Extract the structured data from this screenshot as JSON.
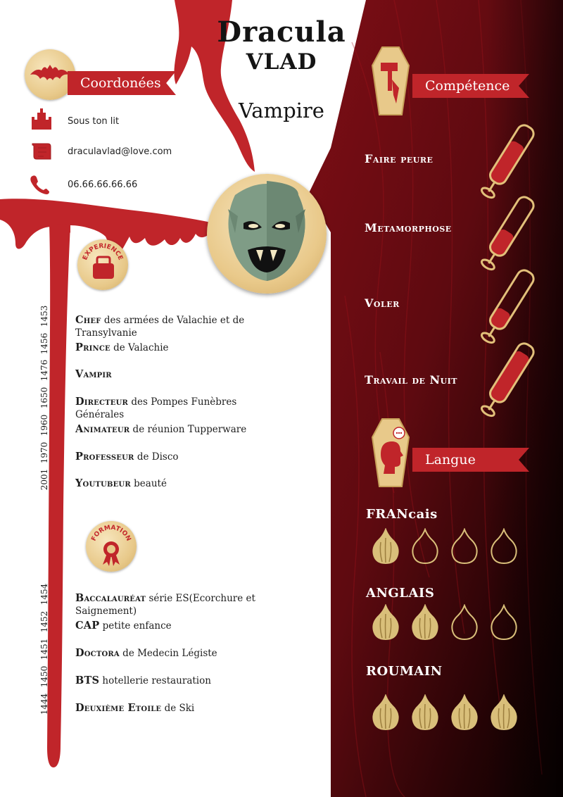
{
  "header": {
    "first_name": "Dracula",
    "last_name": "VLAD",
    "title": "Vampire"
  },
  "sections": {
    "contact": "Coordonées",
    "skills": "Compétence",
    "languages": "Langue",
    "experience": "EXPERIENCE",
    "education": "FORMATION"
  },
  "contact": [
    {
      "icon": "castle-icon",
      "text": "Sous ton lit"
    },
    {
      "icon": "scroll-icon",
      "text": "draculavlad@love.com"
    },
    {
      "icon": "phone-icon",
      "text": "06.66.66.66.66"
    }
  ],
  "experience": [
    {
      "year": "1453",
      "title": "Chef",
      "desc": "des armées de Valachie et de Transylvanie"
    },
    {
      "year": "1456",
      "title": "Prince",
      "desc": "de Valachie"
    },
    {
      "year": "1476",
      "title": "Vampir",
      "desc": ""
    },
    {
      "year": "1650",
      "title": "Directeur",
      "desc": "des Pompes Funèbres Générales"
    },
    {
      "year": "1960",
      "title": "Animateur",
      "desc": "de réunion Tupperware"
    },
    {
      "year": "1970",
      "title": "Professeur",
      "desc": "de Disco"
    },
    {
      "year": "2001",
      "title": "Youtubeur",
      "desc": "beauté"
    }
  ],
  "education": [
    {
      "year": "1454",
      "title": "Baccalauréat",
      "desc": "série ES(Ecorchure et Saignement)"
    },
    {
      "year": "1452",
      "title": "CAP",
      "desc": "petite enfance"
    },
    {
      "year": "1451",
      "title": "Doctora",
      "desc": "de Medecin Légiste"
    },
    {
      "year": "1450",
      "title": "BTS",
      "desc": "hotellerie restauration"
    },
    {
      "year": "1444",
      "title": "Deuxième Etoile",
      "desc": "de Ski"
    }
  ],
  "skills": [
    {
      "label": "Faire peure",
      "level": 0.7
    },
    {
      "label": "Metamorphose",
      "level": 0.4
    },
    {
      "label": "Voler",
      "level": 0.3
    },
    {
      "label": "Travail de Nuit",
      "level": 0.85
    }
  ],
  "languages": [
    {
      "label": "FRANcais",
      "level": 1,
      "max": 4
    },
    {
      "label": "ANGLAIS",
      "level": 2,
      "max": 4
    },
    {
      "label": "ROUMAIN",
      "level": 4,
      "max": 4
    }
  ],
  "colors": {
    "blood": "#c0252a",
    "gold": "#e2c07a",
    "wood_dark": "#3a0508",
    "wood_mid": "#7a0d14"
  }
}
